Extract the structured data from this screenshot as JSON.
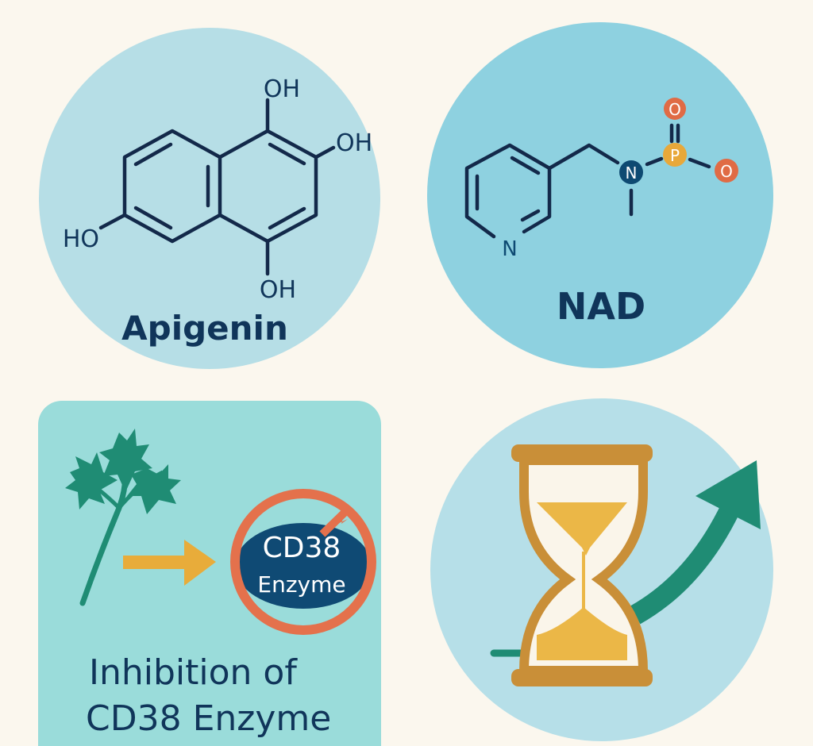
{
  "panels": {
    "apigenin": {
      "title": "Apigenin",
      "atoms": {
        "oh_top": "OH",
        "oh_right": "OH",
        "ho_left": "HO",
        "oh_bottom": "OH"
      }
    },
    "nad": {
      "title": "NAD",
      "atoms": {
        "ring_n": "N",
        "chain_n": "N",
        "p": "P",
        "o_top": "O",
        "o_right": "O"
      }
    },
    "inhibition": {
      "badge_line1": "CD38",
      "badge_line2": "Enzyme",
      "caption_line1": "Inhibition of",
      "caption_line2": "CD38 Enzyme"
    },
    "longevity": {
      "icons": [
        "hourglass-icon",
        "trend-up-arrow-icon"
      ]
    }
  },
  "colors": {
    "background": "#fbf7ee",
    "navy": "#10355a",
    "teal_green": "#1f8c74",
    "orange": "#e4714c",
    "gold": "#e8ac3a"
  }
}
